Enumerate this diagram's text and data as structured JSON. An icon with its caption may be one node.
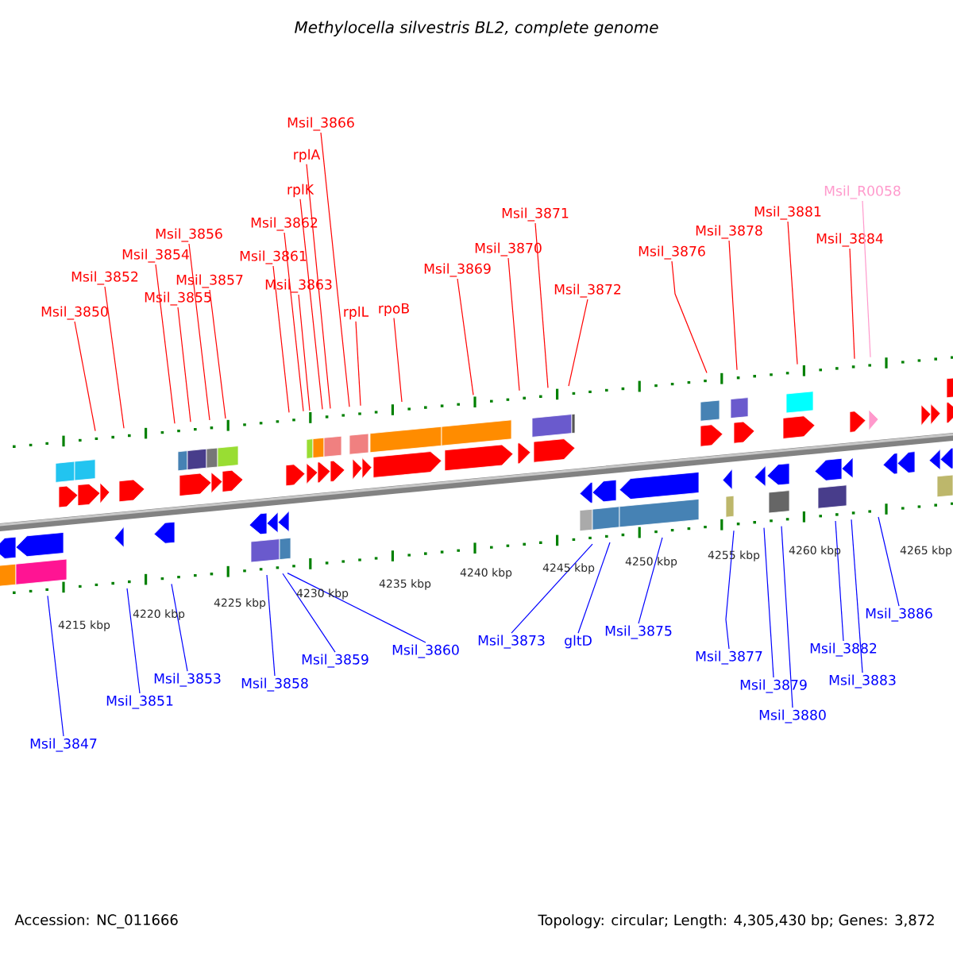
{
  "diagram": {
    "title": "Methylocella silvestris BL2, complete genome",
    "nodes": [
      {
        "text": [
          "Msil_3850"
        ]
      },
      {
        "text": [
          "Msil_3852"
        ]
      },
      {
        "text": [
          "Msil_3854"
        ]
      },
      {
        "text": [
          "Msil_3855"
        ]
      },
      {
        "text": [
          "Msil_3856"
        ]
      },
      {
        "text": [
          "Msil_3857"
        ]
      },
      {
        "text": [
          "Msil_3861"
        ]
      },
      {
        "text": [
          "Msil_3862"
        ]
      },
      {
        "text": [
          "Msil_3863"
        ]
      },
      {
        "text": [
          "rplK"
        ]
      },
      {
        "text": [
          "rplA"
        ]
      },
      {
        "text": [
          "Msil_3866"
        ]
      },
      {
        "text": [
          "rplL"
        ]
      },
      {
        "text": [
          "rpoB"
        ]
      },
      {
        "text": [
          "Msil_3869"
        ]
      },
      {
        "text": [
          "Msil_3870"
        ]
      },
      {
        "text": [
          "Msil_3871"
        ]
      },
      {
        "text": [
          "Msil_3872"
        ]
      },
      {
        "text": [
          "Msil_3876"
        ]
      },
      {
        "text": [
          "Msil_3878"
        ]
      },
      {
        "text": [
          "Msil_3881"
        ]
      },
      {
        "text": [
          "Msil_3884"
        ]
      },
      {
        "text": [
          "Msil_R0058"
        ]
      },
      {
        "text": [
          "Msil_3847"
        ]
      },
      {
        "text": [
          "Msil_3851"
        ]
      },
      {
        "text": [
          "Msil_3853"
        ]
      },
      {
        "text": [
          "Msil_3858"
        ]
      },
      {
        "text": [
          "Msil_3859"
        ]
      },
      {
        "text": [
          "Msil_3860"
        ]
      },
      {
        "text": [
          "Msil_3873"
        ]
      },
      {
        "text": [
          "gltD"
        ]
      },
      {
        "text": [
          "Msil_3875"
        ]
      },
      {
        "text": [
          "Msil_3877"
        ]
      },
      {
        "text": [
          "Msil_3879"
        ]
      },
      {
        "text": [
          "Msil_3880"
        ]
      },
      {
        "text": [
          "Msil_3882"
        ]
      },
      {
        "text": [
          "Msil_3883"
        ]
      },
      {
        "text": [
          "Msil_3886"
        ]
      }
    ],
    "edges": [
      {
        "from": 0,
        "to": null,
        "arrow": "none"
      },
      {
        "from": 1,
        "to": null,
        "arrow": "none"
      },
      {
        "from": 2,
        "to": null,
        "arrow": "none"
      },
      {
        "from": 3,
        "to": null,
        "arrow": "none"
      },
      {
        "from": 4,
        "to": null,
        "arrow": "none"
      },
      {
        "from": 5,
        "to": null,
        "arrow": "none"
      },
      {
        "from": 6,
        "to": null,
        "arrow": "none"
      },
      {
        "from": 7,
        "to": null,
        "arrow": "none"
      },
      {
        "from": 8,
        "to": null,
        "arrow": "none"
      },
      {
        "from": 9,
        "to": null,
        "arrow": "none"
      },
      {
        "from": 10,
        "to": null,
        "arrow": "none"
      },
      {
        "from": 11,
        "to": null,
        "arrow": "none"
      },
      {
        "from": 12,
        "to": null,
        "arrow": "none"
      },
      {
        "from": 13,
        "to": null,
        "arrow": "none"
      },
      {
        "from": 14,
        "to": null,
        "arrow": "none"
      },
      {
        "from": 15,
        "to": null,
        "arrow": "none"
      },
      {
        "from": 16,
        "to": null,
        "arrow": "none"
      },
      {
        "from": 17,
        "to": null,
        "arrow": "none"
      },
      {
        "from": 18,
        "to": null,
        "arrow": "none"
      },
      {
        "from": 19,
        "to": null,
        "arrow": "none"
      },
      {
        "from": 20,
        "to": null,
        "arrow": "none"
      },
      {
        "from": 21,
        "to": null,
        "arrow": "none"
      },
      {
        "from": 22,
        "to": null,
        "arrow": "none",
        "color": "#ff99cc"
      },
      {
        "from": 23,
        "to": null,
        "arrow": "none",
        "color": "#0000ff"
      },
      {
        "from": 24,
        "to": null,
        "arrow": "none",
        "color": "#0000ff"
      },
      {
        "from": 25,
        "to": null,
        "arrow": "none",
        "color": "#0000ff"
      },
      {
        "from": 26,
        "to": null,
        "arrow": "none",
        "color": "#0000ff"
      },
      {
        "from": 27,
        "to": null,
        "arrow": "none",
        "color": "#0000ff"
      },
      {
        "from": 28,
        "to": null,
        "arrow": "none",
        "color": "#0000ff"
      },
      {
        "from": 29,
        "to": null,
        "arrow": "none",
        "color": "#0000ff"
      },
      {
        "from": 30,
        "to": null,
        "arrow": "none",
        "color": "#0000ff"
      },
      {
        "from": 31,
        "to": null,
        "arrow": "none",
        "color": "#0000ff"
      },
      {
        "from": 32,
        "to": null,
        "arrow": "none",
        "color": "#0000ff"
      },
      {
        "from": 33,
        "to": null,
        "arrow": "none",
        "color": "#0000ff"
      },
      {
        "from": 34,
        "to": null,
        "arrow": "none",
        "color": "#0000ff"
      },
      {
        "from": 35,
        "to": null,
        "arrow": "none",
        "color": "#0000ff"
      },
      {
        "from": 36,
        "to": null,
        "arrow": "none",
        "color": "#0000ff"
      },
      {
        "from": 37,
        "to": null,
        "arrow": "none",
        "color": "#0000ff"
      }
    ],
    "labels": [
      "4215 kbp",
      "4220 kbp",
      "4225 kbp",
      "4230 kbp",
      "4235 kbp",
      "4240 kbp",
      "4245 kbp",
      "4250 kbp",
      "4255 kbp",
      "4260 kbp",
      "4265 kbp",
      "Accession: NC_011666",
      "Topology: circular; Length: 4,305,430 bp; Genes: 3,872"
    ]
  }
}
